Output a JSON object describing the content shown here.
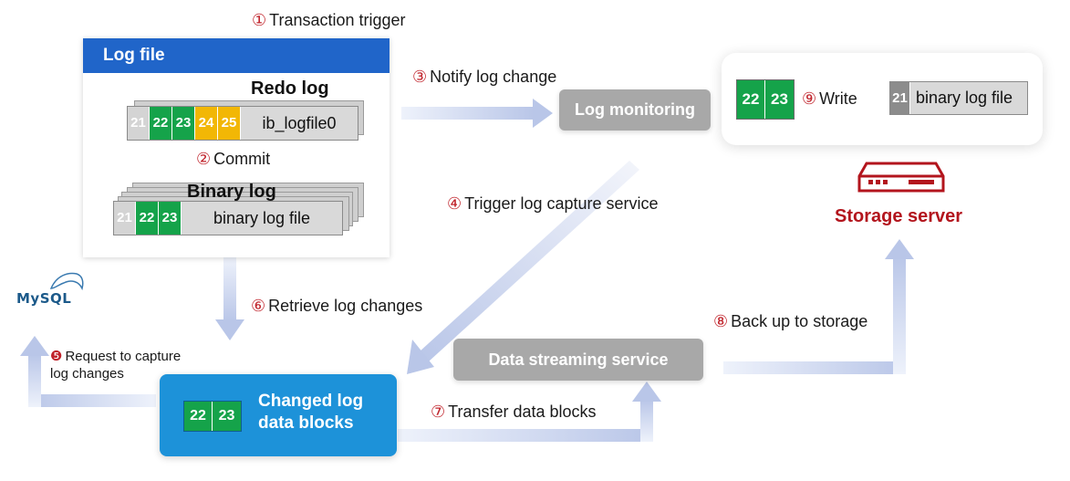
{
  "steps": {
    "s1": {
      "num": "①",
      "text": "Transaction trigger"
    },
    "s2": {
      "num": "②",
      "text": "Commit"
    },
    "s3": {
      "num": "③",
      "text": "Notify log change"
    },
    "s4": {
      "num": "④",
      "text": "Trigger log capture service"
    },
    "s5": {
      "num": "❺",
      "text_line1": "Request to capture",
      "text_line2": "log changes"
    },
    "s6": {
      "num": "⑥",
      "text": "Retrieve log changes"
    },
    "s7": {
      "num": "⑦",
      "text": "Transfer data blocks"
    },
    "s8": {
      "num": "⑧",
      "text": "Back up to storage"
    },
    "s9": {
      "num": "⑨",
      "text": "Write"
    }
  },
  "log_file": {
    "title": "Log file",
    "redo": {
      "title": "Redo log",
      "blocks": [
        "21",
        "22",
        "23",
        "24",
        "25"
      ],
      "file": "ib_logfile0"
    },
    "binary": {
      "title": "Binary log",
      "blocks": [
        "21",
        "22",
        "23"
      ],
      "file": "binary log file"
    }
  },
  "services": {
    "log_monitoring": "Log monitoring",
    "data_streaming": "Data streaming service"
  },
  "changed": {
    "blocks": [
      "22",
      "23"
    ],
    "label_line1": "Changed log",
    "label_line2": "data blocks"
  },
  "storage": {
    "blocks": [
      "22",
      "23"
    ],
    "file_block": "21",
    "file": "binary log file",
    "label": "Storage server"
  },
  "mysql_logo": "MySQL",
  "colors": {
    "header_blue": "#2065c9",
    "block_green": "#15a34a",
    "block_yellow": "#f2b705",
    "changed_blue": "#1d92d9",
    "service_grey": "#a8a8a8",
    "storage_red": "#b3151d",
    "arrow_light_blue": "#c9d4ef"
  }
}
